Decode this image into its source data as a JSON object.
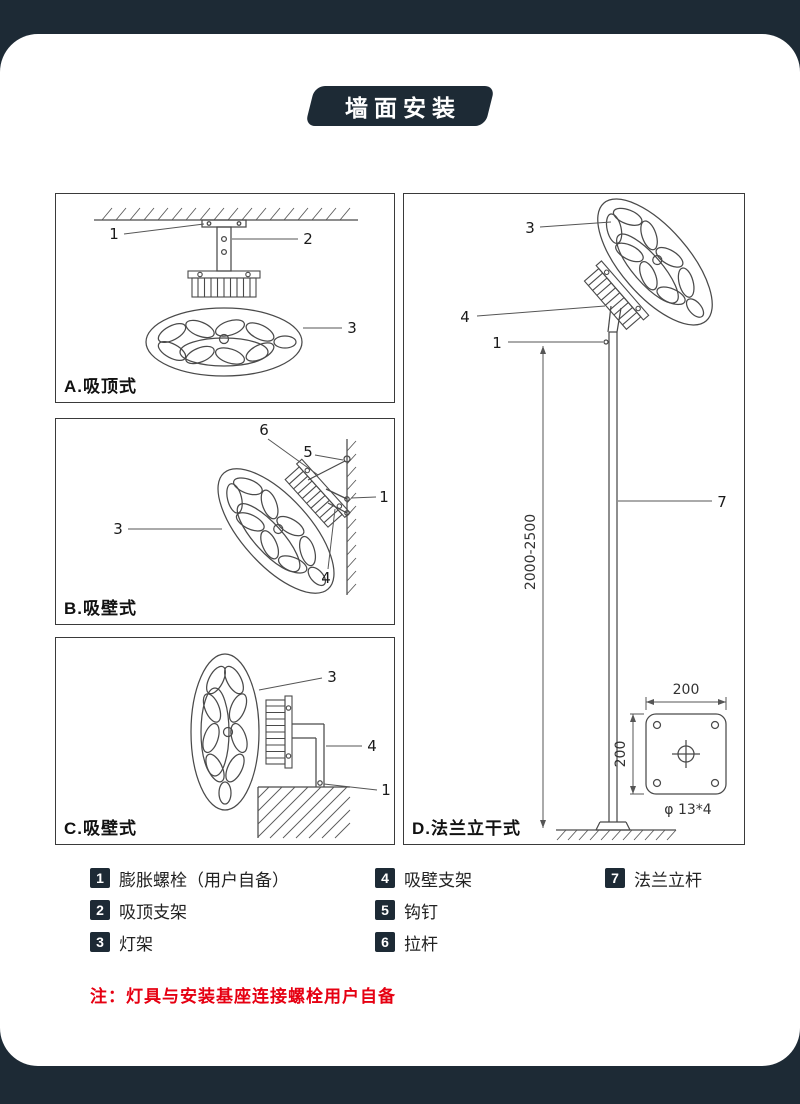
{
  "colors": {
    "navy": "#1d2a35",
    "red": "#e60012",
    "line": "#4a4a4a",
    "white": "#ffffff"
  },
  "page": {
    "title_badge": "墙面安装"
  },
  "panels": {
    "a": {
      "caption": "A.吸顶式",
      "labels": {
        "l1": "1",
        "l2": "2",
        "l3": "3"
      }
    },
    "b": {
      "caption": "B.吸壁式",
      "labels": {
        "l1": "1",
        "l3": "3",
        "l4": "4",
        "l5": "5",
        "l6": "6"
      }
    },
    "c": {
      "caption": "C.吸壁式",
      "labels": {
        "l1": "1",
        "l3": "3",
        "l4": "4"
      }
    },
    "d": {
      "caption": "D.法兰立干式",
      "labels": {
        "l1": "1",
        "l3": "3",
        "l4": "4",
        "l7": "7"
      },
      "dimension_height": "2000-2500",
      "flange_width": "200",
      "flange_height": "200",
      "flange_holes": "φ 13*4"
    }
  },
  "legend": {
    "items": [
      {
        "num": "1",
        "label": "膨胀螺栓（用户自备）"
      },
      {
        "num": "2",
        "label": "吸顶支架"
      },
      {
        "num": "3",
        "label": "灯架"
      },
      {
        "num": "4",
        "label": "吸壁支架"
      },
      {
        "num": "5",
        "label": "钩钉"
      },
      {
        "num": "6",
        "label": "拉杆"
      },
      {
        "num": "7",
        "label": "法兰立杆"
      }
    ]
  },
  "note": "注：灯具与安装基座连接螺栓用户自备"
}
